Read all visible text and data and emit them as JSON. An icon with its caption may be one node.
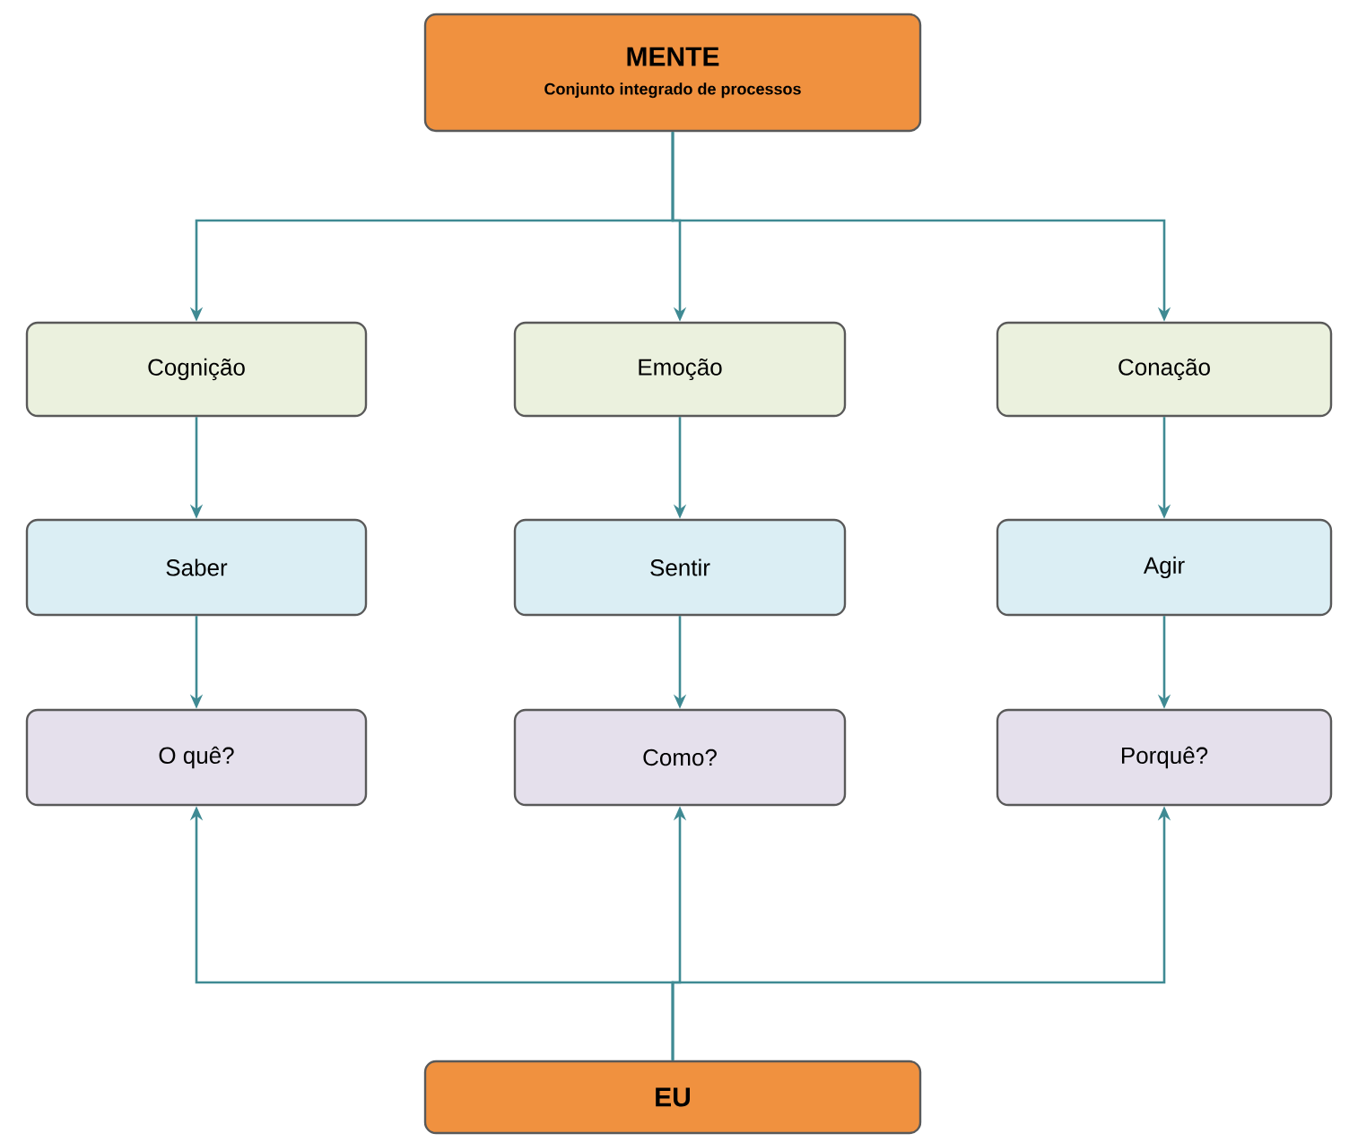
{
  "diagram": {
    "nodes": [
      {
        "text": [
          "MENTE",
          "Conjunto integrado de processos"
        ]
      },
      {
        "text": [
          "Cognição"
        ]
      },
      {
        "text": [
          "Emoção"
        ]
      },
      {
        "text": [
          "Conação"
        ]
      },
      {
        "text": [
          "Saber"
        ]
      },
      {
        "text": [
          "Sentir"
        ]
      },
      {
        "text": [
          "Agir"
        ]
      },
      {
        "text": [
          "O quê?"
        ]
      },
      {
        "text": [
          "Como?"
        ]
      },
      {
        "text": [
          "Porquê?"
        ]
      },
      {
        "text": [
          "EU"
        ]
      }
    ],
    "edges": [
      {
        "from": 0,
        "to": 1,
        "arrow": "to"
      },
      {
        "from": 0,
        "to": 2,
        "arrow": "to"
      },
      {
        "from": 0,
        "to": 3,
        "arrow": "to"
      },
      {
        "from": 1,
        "to": 4,
        "arrow": "to"
      },
      {
        "from": 2,
        "to": 5,
        "arrow": "to"
      },
      {
        "from": 3,
        "to": 6,
        "arrow": "to"
      },
      {
        "from": 4,
        "to": 7,
        "arrow": "to"
      },
      {
        "from": 5,
        "to": 8,
        "arrow": "to"
      },
      {
        "from": 6,
        "to": 9,
        "arrow": "to"
      },
      {
        "from": 10,
        "to": 7,
        "arrow": "to"
      },
      {
        "from": 10,
        "to": 8,
        "arrow": "to"
      },
      {
        "from": 10,
        "to": 9,
        "arrow": "to"
      }
    ]
  }
}
